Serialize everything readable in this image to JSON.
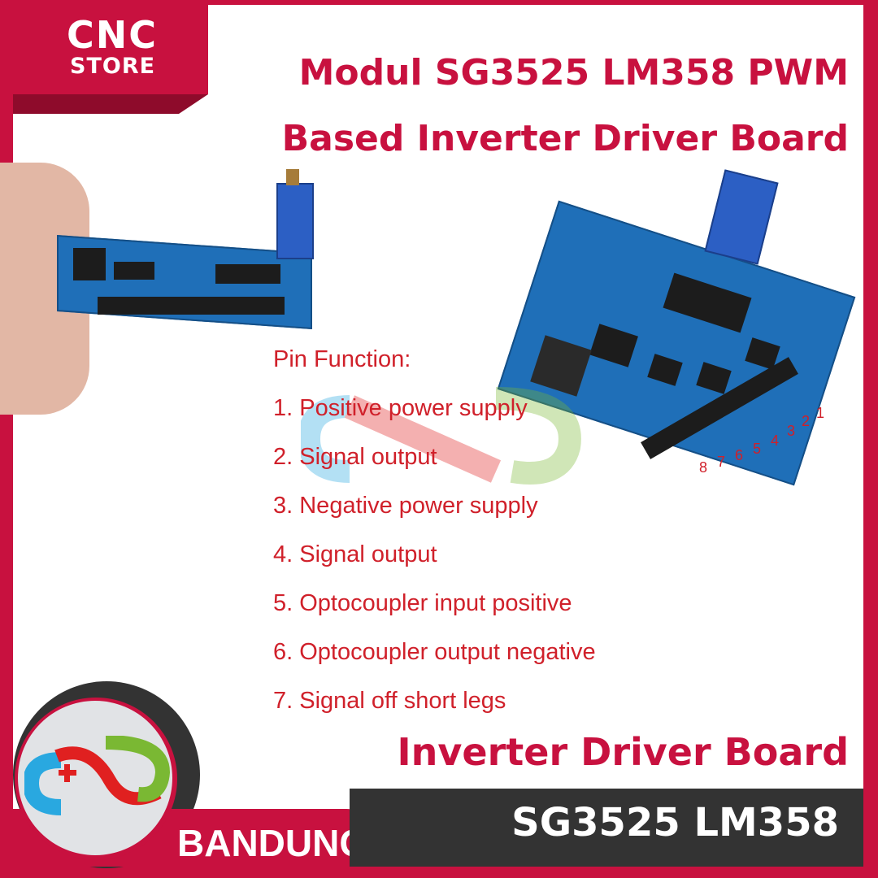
{
  "brand": {
    "line1": "CNC",
    "line2": "STORE",
    "location": "BANDUNG"
  },
  "title": {
    "line1": "Modul SG3525 LM358 PWM",
    "line2": "Based Inverter Driver Board"
  },
  "pin_function": {
    "heading": "Pin Function:",
    "items": [
      "1. Positive power supply",
      "2. Signal output",
      "3. Negative power supply",
      "4. Signal output",
      "5. Optocoupler input positive",
      "6. Optocoupler output negative",
      "7. Signal off short legs"
    ]
  },
  "pin_numbers": [
    "8",
    "7",
    "6",
    "5",
    "4",
    "3",
    "2",
    "1"
  ],
  "footer": {
    "subtitle": "Inverter Driver Board",
    "model": "SG3525 LM358"
  },
  "colors": {
    "brand_red": "#c8113f",
    "dark": "#333333",
    "pin_text": "#d0202a"
  }
}
